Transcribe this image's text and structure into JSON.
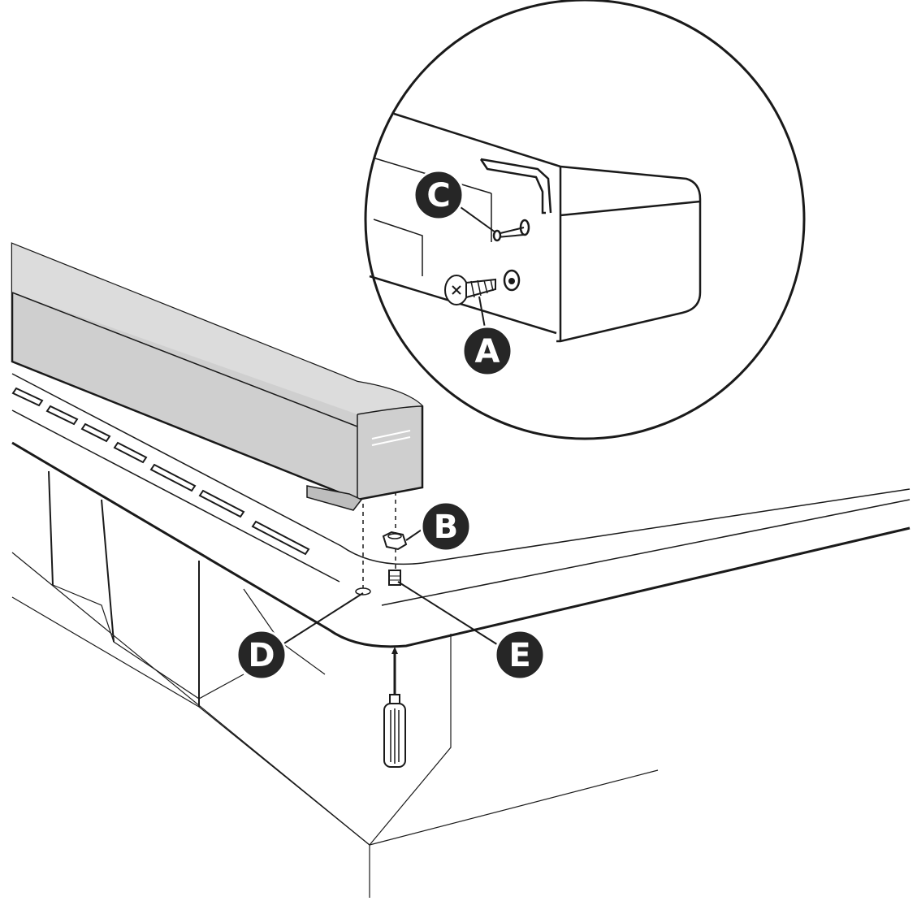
{
  "callouts": {
    "a": "A",
    "b": "B",
    "c": "C",
    "d": "D",
    "e": "E"
  },
  "colors": {
    "line": "#1a1a1a",
    "soundbar_fill": "#cfcfcf",
    "soundbar_top": "#dcdcdc",
    "callout_fill": "#262626",
    "background": "#ffffff"
  },
  "icons": {
    "screw": "screw-icon",
    "nut": "nut-icon",
    "standoff": "standoff-icon",
    "screwdriver": "screwdriver-icon"
  }
}
